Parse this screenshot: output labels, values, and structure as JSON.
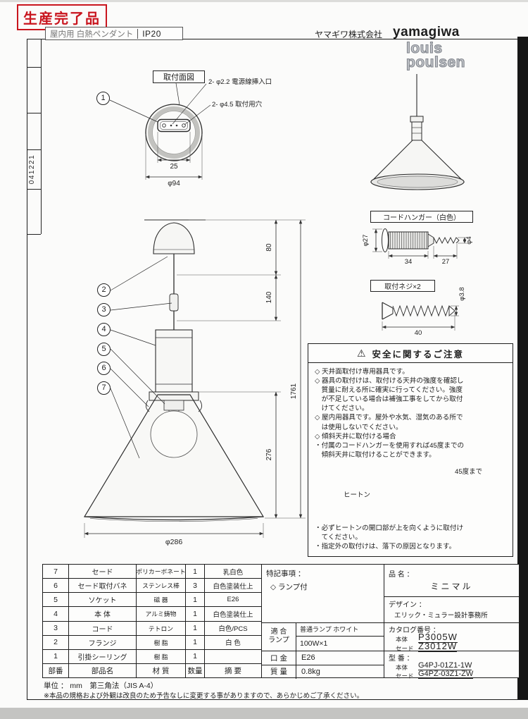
{
  "colors": {
    "badge_red": "#c9151e",
    "line": "#222222",
    "brand_gray": "#b7bbc1"
  },
  "badge": "生産完了品",
  "side_code": "041221",
  "header": {
    "title_left": "屋内用 白熱ペンダント",
    "title_ip": "IP20",
    "company": "ヤマギワ株式会社",
    "logo": "yamagiwa",
    "brand_line1": "louis",
    "brand_line2": "poulsen"
  },
  "mount": {
    "title": "取付面図",
    "callout": "1",
    "label_power": "2- φ2.2  電源線挿入口",
    "label_hole": "2- φ4.5  取付用穴",
    "dim_25": "25",
    "dim_94": "φ94"
  },
  "hanger": {
    "title": "コードハンガー（白色）",
    "dim_d27": "φ27",
    "dim_34": "34",
    "dim_27": "27",
    "dim_d4": "φ4"
  },
  "screw": {
    "title": "取付ネジ×2",
    "dim_40": "40",
    "dim_d38": "φ3.8"
  },
  "main": {
    "callouts": [
      "2",
      "3",
      "4",
      "5",
      "6",
      "7"
    ],
    "dim_80": "80",
    "dim_140": "140",
    "dim_1761": "1761",
    "dim_276": "276",
    "dim_d286": "φ286"
  },
  "safety": {
    "warning_mark": "⚠",
    "title": "安全に関するご注意",
    "lines": [
      "◇ 天井面取付け専用器具です。",
      "◇ 器具の取付けは、取付ける天井の強度を確認し",
      "　質量に耐える所に確実に行ってください。強度",
      "　が不足している場合は補強工事をしてから取付",
      "　けてください。",
      "◇ 屋内用器具です。屋外や水気、湿気のある所で",
      "　は使用しないでください。",
      "◇ 傾斜天井に取付ける場合",
      "・付属のコードハンガーを使用すれば45度までの",
      "　傾斜天井に取付けることができます。"
    ],
    "angle_label": "45度まで",
    "hook_label": "ヒートン",
    "lines_after": [
      "・必ずヒートンの開口部が上を向くように取付け",
      "　てください。",
      "・指定外の取付けは、落下の原因となります。"
    ]
  },
  "parts_table": {
    "headers": [
      "部番",
      "部品名",
      "材 質",
      "数量",
      "摘 要"
    ],
    "rows": [
      [
        "7",
        "セード",
        "ポリカーボネート",
        "1",
        "乳白色"
      ],
      [
        "6",
        "セード取付バネ",
        "ステンレス棒",
        "3",
        "白色塗装仕上"
      ],
      [
        "5",
        "ソケット",
        "磁 器",
        "1",
        "E26"
      ],
      [
        "4",
        "本 体",
        "アルミ鋳物",
        "1",
        "白色塗装仕上"
      ],
      [
        "3",
        "コード",
        "テトロン",
        "1",
        "白色/PCS"
      ],
      [
        "2",
        "フランジ",
        "樹 脂",
        "1",
        "白 色"
      ],
      [
        "1",
        "引掛シーリング",
        "樹 脂",
        "1",
        ""
      ]
    ]
  },
  "spec": {
    "notes_label": "特記事項 ：",
    "notes_value": "◇ ランプ付",
    "lamp_label_1": "適 合",
    "lamp_label_2": "ランプ",
    "lamp_value_1": "普通ランプ ホワイト",
    "lamp_value_2": "100W×1",
    "base_label": "口 金",
    "base_value": "E26",
    "weight_label": "質 量",
    "weight_value": "0.8kg"
  },
  "product": {
    "name_label": "品 名 ：",
    "name_value": "ミニマル",
    "design_label": "デザイン ：",
    "design_value": "エリック・ミュラー設計事務所",
    "catalog_label": "カタログ番号 ：",
    "catalog_rows": [
      {
        "label": "本体",
        "value": "P3005W"
      },
      {
        "label": "セード",
        "value": "Z3012W"
      }
    ],
    "model_label": "型 番 ：",
    "model_rows": [
      {
        "label": "本体",
        "value": "G4PJ-01Z1-1W"
      },
      {
        "label": "セード",
        "value": "G4PZ-03Z1-ZW"
      }
    ]
  },
  "footer": {
    "units": "単位 ： mm　第三角法（JIS A-4）",
    "note": "※本品の規格および外観は改良のため予告なしに変更する事がありますので、あらかじめご了承ください。"
  }
}
